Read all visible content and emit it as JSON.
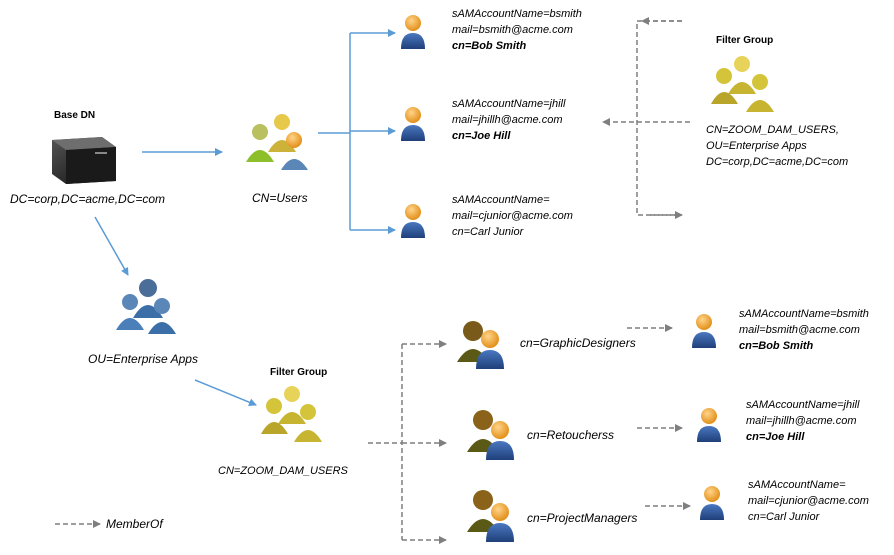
{
  "base_dn": {
    "header": "Base DN",
    "label": "DC=corp,DC=acme,DC=com"
  },
  "cn_users": {
    "label": "CN=Users"
  },
  "ou_enterprise": {
    "label": "OU=Enterprise Apps"
  },
  "filter_group_top": {
    "header": "Filter Group",
    "line1": "CN=ZOOM_DAM_USERS,",
    "line2": "OU=Enterprise  Apps",
    "line3": "DC=corp,DC=acme,DC=com"
  },
  "filter_group_bottom": {
    "header": "Filter Group",
    "label": "CN=ZOOM_DAM_USERS"
  },
  "users_top": [
    {
      "sam": "sAMAccountName=bsmith",
      "mail": "mail=bsmith@acme.com",
      "cn": "cn=Bob  Smith",
      "cn_bold": true
    },
    {
      "sam": "sAMAccountName=jhill",
      "mail": "mail=jhillh@acme.com",
      "cn": "cn=Joe  Hill",
      "cn_bold": true
    },
    {
      "sam": "sAMAccountName=",
      "mail": "mail=cjunior@acme.com",
      "cn": "cn=Carl Junior",
      "cn_bold": false
    }
  ],
  "groups": [
    {
      "label": "cn=GraphicDesigners"
    },
    {
      "label": "cn=Retoucherss"
    },
    {
      "label": "cn=ProjectManagers"
    }
  ],
  "users_bottom": [
    {
      "sam": "sAMAccountName=bsmith",
      "mail": "mail=bsmith@acme.com",
      "cn": "cn=Bob  Smith",
      "cn_bold": true
    },
    {
      "sam": "sAMAccountName=jhill",
      "mail": "mail=jhillh@acme.com",
      "cn": "cn=Joe  Hill",
      "cn_bold": true
    },
    {
      "sam": "sAMAccountName=",
      "mail": "mail=cjunior@acme.com",
      "cn": "cn=Carl Junior",
      "cn_bold": false
    }
  ],
  "legend": {
    "label": "MemberOf"
  },
  "colors": {
    "arrow_solid": "#5b9bd5",
    "arrow_dashed": "#7f7f7f",
    "person_head": "#f0a030",
    "person_body": "#2f5597",
    "person_yellow": "#d4c43a",
    "person_green": "#8cbf2a",
    "person_brown": "#7a5a1a",
    "person_olive": "#5a5a16",
    "person_steel": "#5b86b8"
  }
}
